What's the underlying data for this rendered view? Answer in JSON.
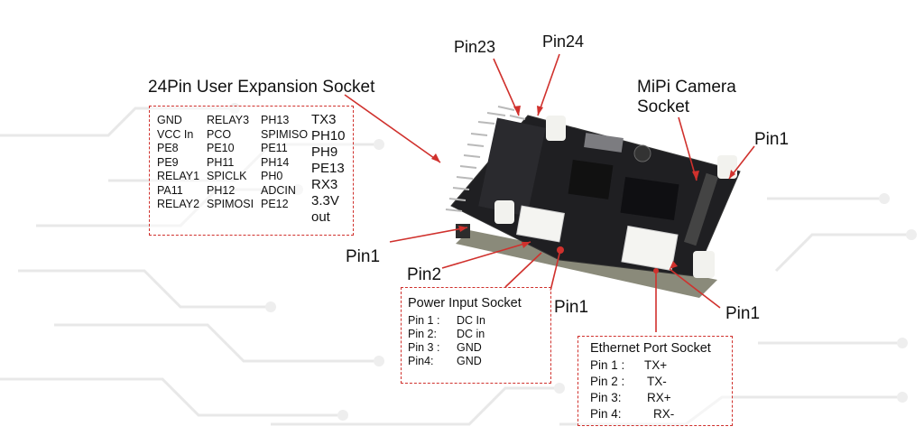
{
  "colors": {
    "accent": "#d0312d",
    "board": "#1f1f22",
    "connector": "#f4f4f1"
  },
  "labels": {
    "expansion_title": "24Pin User Expansion Socket",
    "pin23": "Pin23",
    "pin24": "Pin24",
    "camera_title_line1": "MiPi Camera",
    "camera_title_line2": "Socket",
    "pin1_camera": "Pin1",
    "pin1_expansion": "Pin1",
    "pin2_power": "Pin2",
    "pin1_power": "Pin1",
    "pin1_ethernet": "Pin1"
  },
  "expansion_pins": {
    "col1": [
      "GND",
      "VCC In",
      "PE8",
      "PE9",
      "RELAY1",
      "PA11",
      "RELAY2"
    ],
    "col2": [
      "RELAY3",
      "PCO",
      "PE10",
      "PH11",
      "SPICLK",
      "PH12",
      "SPIMOSI"
    ],
    "col3": [
      "PH13",
      "SPIMISO",
      "PE11",
      "PH14",
      "PH0",
      "ADCIN",
      "PE12"
    ],
    "col4": [
      "TX3",
      "PH10",
      "PH9",
      "PE13",
      "RX3",
      "3.3V",
      "out"
    ]
  },
  "power_socket": {
    "title": "Power Input Socket",
    "rows": [
      {
        "pin": "Pin 1 :",
        "value": "DC In"
      },
      {
        "pin": "Pin 2:",
        "value": "DC in"
      },
      {
        "pin": "Pin 3 :",
        "value": "GND"
      },
      {
        "pin": "Pin4:",
        "value": "GND"
      }
    ]
  },
  "ethernet_socket": {
    "title": "Ethernet Port Socket",
    "rows": [
      {
        "pin": "Pin 1 :",
        "value": "TX+"
      },
      {
        "pin": "Pin 2 :",
        "value": "TX-"
      },
      {
        "pin": "Pin 3:",
        "value": "RX+"
      },
      {
        "pin": "Pin 4:",
        "value": "RX-"
      }
    ]
  }
}
